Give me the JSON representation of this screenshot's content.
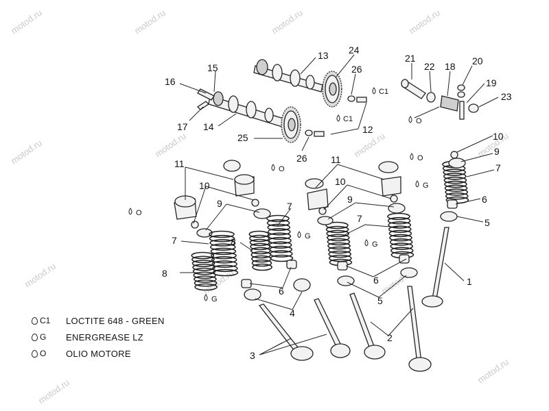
{
  "watermark": "motod.ru",
  "callouts": {
    "n1": "1",
    "n2": "2",
    "n3": "3",
    "n4": "4",
    "n5": "5",
    "n6": "6",
    "n7": "7",
    "n8": "8",
    "n9": "9",
    "n10": "10",
    "n11": "11",
    "n12": "12",
    "n13": "13",
    "n14": "14",
    "n15": "15",
    "n16": "16",
    "n17": "17",
    "n18": "18",
    "n19": "19",
    "n20": "20",
    "n21": "21",
    "n22": "22",
    "n23": "23",
    "n24": "24",
    "n25": "25",
    "n26": "26"
  },
  "symbols": {
    "c1": "C1",
    "g": "G",
    "o": "O"
  },
  "legend": [
    {
      "code": "C1",
      "text": "LOCTITE 648 - GREEN"
    },
    {
      "code": "G",
      "text": "ENERGREASE LZ"
    },
    {
      "code": "O",
      "text": "OLIO MOTORE"
    }
  ]
}
